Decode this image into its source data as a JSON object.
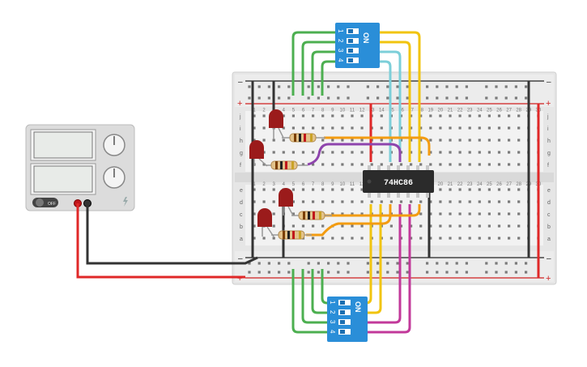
{
  "chip": {
    "label": "74HC86"
  },
  "dip_switch_top": {
    "on_label": "ON",
    "numbers": [
      "1",
      "2",
      "3",
      "4"
    ]
  },
  "dip_switch_bottom": {
    "on_label": "ON",
    "numbers": [
      "1",
      "2",
      "3",
      "4"
    ]
  },
  "breadboard": {
    "top_rows": [
      "j",
      "i",
      "h",
      "g",
      "f"
    ],
    "bottom_rows": [
      "e",
      "d",
      "c",
      "b",
      "a"
    ],
    "rail_minus": "–",
    "rail_plus": "+",
    "column_numbers": [
      "1",
      "2",
      "3",
      "4",
      "5",
      "6",
      "7",
      "8",
      "9",
      "10",
      "11",
      "12",
      "13",
      "14",
      "15",
      "16",
      "17",
      "18",
      "19",
      "20",
      "21",
      "22",
      "23",
      "24",
      "25",
      "26",
      "27",
      "28",
      "29",
      "30"
    ]
  },
  "power_supply": {
    "off_label": "OFF"
  },
  "colors": {
    "wire_green": "#4caf50",
    "wire_yellow": "#f1c40f",
    "wire_cyan": "#7ccfd9",
    "wire_magenta": "#c2399a",
    "wire_orange": "#f39c12",
    "wire_purple": "#8e44ad",
    "wire_red": "#e02828",
    "wire_black": "#333333",
    "dip_blue": "#2a8ed8",
    "led_red": "#9b1b1b"
  }
}
